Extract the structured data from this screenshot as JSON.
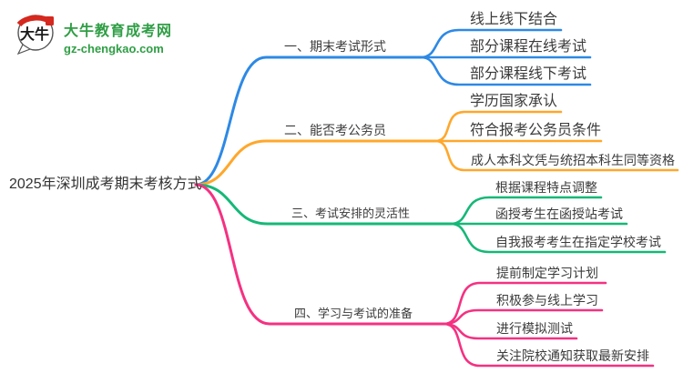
{
  "logo": {
    "icon_text": "大牛",
    "title": "大牛教育成考网",
    "subtitle": "gz-chengkao.com",
    "brand_green": "#2f9e45",
    "seal_red": "#d5281e"
  },
  "root": {
    "label": "2025年深圳成考期末考核方式"
  },
  "colors": {
    "branch1": "#2d89e5",
    "branch2": "#ffa72b",
    "branch3": "#15b877",
    "branch4": "#f53181",
    "node_text": "#3b3b3b"
  },
  "branches": [
    {
      "label": "一、期末考试形式",
      "color": "#2d89e5",
      "children": [
        "线上线下结合",
        "部分课程在线考试",
        "部分课程线下考试"
      ]
    },
    {
      "label": "二、能否考公务员",
      "color": "#ffa72b",
      "children": [
        "学历国家承认",
        "符合报考公务员条件",
        "成人本科文凭与统招本科生同等资格"
      ]
    },
    {
      "label": "三、考试安排的灵活性",
      "color": "#15b877",
      "children": [
        "根据课程特点调整",
        "函授考生在函授站考试",
        "自我报考考生在指定学校考试"
      ]
    },
    {
      "label": "四、学习与考试的准备",
      "color": "#f53181",
      "children": [
        "提前制定学习计划",
        "积极参与线上学习",
        "进行模拟测试",
        "关注院校通知获取最新安排"
      ]
    }
  ]
}
